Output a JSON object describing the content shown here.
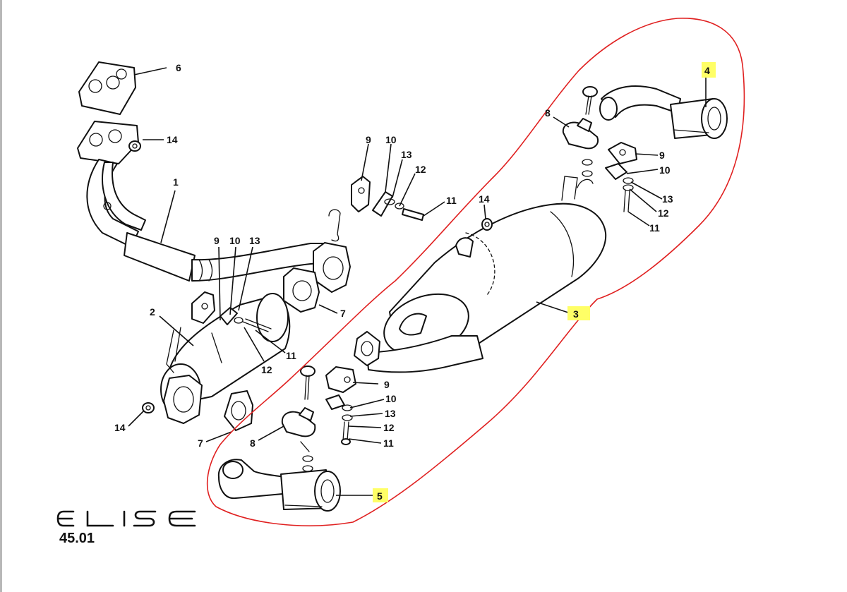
{
  "labels": {
    "l1": "1",
    "l2": "2",
    "l3": "3",
    "l4": "4",
    "l5": "5",
    "l6": "6",
    "l7a": "7",
    "l7b": "7",
    "l8a": "8",
    "l8b": "8",
    "l9a": "9",
    "l9b": "9",
    "l9c": "9",
    "l9d": "9",
    "l10a": "10",
    "l10b": "10",
    "l10c": "10",
    "l10d": "10",
    "l11a": "11",
    "l11b": "11",
    "l11c": "11",
    "l11d": "11",
    "l12a": "12",
    "l12b": "12",
    "l12c": "12",
    "l12d": "12",
    "l13a": "13",
    "l13b": "13",
    "l13c": "13",
    "l13d": "13",
    "l14a": "14",
    "l14b": "14",
    "l14c": "14"
  },
  "highlighted_labels": [
    "3",
    "4",
    "5"
  ],
  "colors": {
    "annotation": "#e02020",
    "highlight": "#ffff66",
    "line": "#111111"
  },
  "logo": {
    "text": "ELISE"
  },
  "reference": {
    "number": "45.01"
  }
}
